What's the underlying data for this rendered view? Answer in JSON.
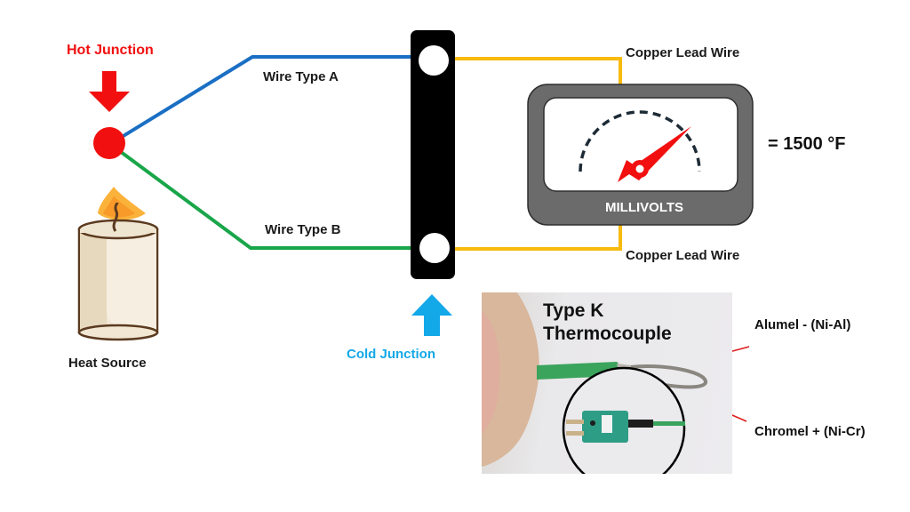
{
  "labels": {
    "hot_junction": "Hot Junction",
    "heat_source": "Heat Source",
    "wire_a": "Wire Type A",
    "wire_b": "Wire Type B",
    "cold_junction": "Cold Junction",
    "copper_top": "Copper Lead Wire",
    "copper_bottom": "Copper Lead Wire",
    "meter_unit": "MILLIVOLTS",
    "reading": "= 1500 °F",
    "photo_title_line1": "Type K",
    "photo_title_line2": "Thermocouple",
    "alumel": "Alumel - (Ni-Al)",
    "chromel": "Chromel + (Ni-Cr)"
  },
  "colors": {
    "hot": "#f20f0f",
    "cold": "#13a8e8",
    "wire_a": "#1a6fc4",
    "wire_b": "#19a64a",
    "copper": "#f7bb0e",
    "block": "#000000",
    "meter_body": "#6b6b6b",
    "needle": "#f20f0f",
    "thermocouple_insulation": "#3aa35c"
  },
  "icons": {
    "hot_arrow": "arrow-down-icon",
    "cold_arrow": "arrow-up-icon",
    "heat_source": "candle-icon",
    "meter": "gauge-icon"
  }
}
